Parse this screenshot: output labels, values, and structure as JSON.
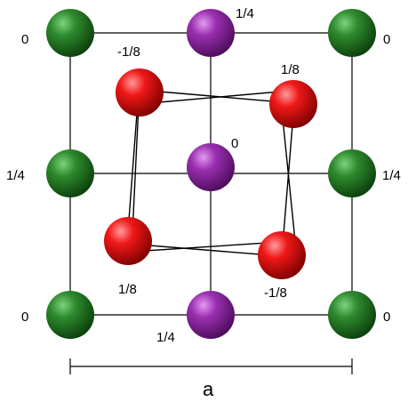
{
  "colors": {
    "corner_atom": "#1e6b1e",
    "edge_atom": "#7a1f8f",
    "inner_atom": "#e01010",
    "line": "#000000",
    "background": "#ffffff"
  },
  "atoms": [
    {
      "id": "corner-tl",
      "kind": "corner_atom",
      "height_label": "0"
    },
    {
      "id": "edge-top",
      "kind": "edge_atom",
      "height_label": "1/4"
    },
    {
      "id": "corner-tr",
      "kind": "corner_atom",
      "height_label": "0"
    },
    {
      "id": "edge-left",
      "kind": "corner_atom",
      "height_label": "1/4"
    },
    {
      "id": "center",
      "kind": "edge_atom",
      "height_label": "0"
    },
    {
      "id": "edge-right",
      "kind": "corner_atom",
      "height_label": "1/4"
    },
    {
      "id": "corner-bl",
      "kind": "corner_atom",
      "height_label": "0"
    },
    {
      "id": "edge-bottom",
      "kind": "edge_atom",
      "height_label": "1/4"
    },
    {
      "id": "corner-br",
      "kind": "corner_atom",
      "height_label": "0"
    },
    {
      "id": "inner-tl",
      "kind": "inner_atom",
      "height_label": "-1/8"
    },
    {
      "id": "inner-tr",
      "kind": "inner_atom",
      "height_label": "1/8"
    },
    {
      "id": "inner-bl",
      "kind": "inner_atom",
      "height_label": "1/8"
    },
    {
      "id": "inner-br",
      "kind": "inner_atom",
      "height_label": "-1/8"
    }
  ],
  "scale_bar": {
    "label": "a"
  }
}
